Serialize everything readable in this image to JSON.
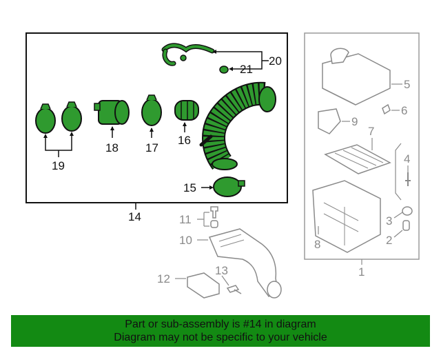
{
  "callouts": {
    "c1": "1",
    "c2": "2",
    "c3": "3",
    "c4": "4",
    "c5": "5",
    "c6": "6",
    "c7": "7",
    "c8": "8",
    "c9": "9",
    "c10": "10",
    "c11": "11",
    "c12": "12",
    "c13": "13",
    "c14": "14",
    "c15": "15",
    "c16": "16",
    "c17": "17",
    "c18": "18",
    "c19": "19",
    "c20": "20",
    "c21": "21"
  },
  "banner": {
    "line1": "Part or sub-assembly is #14 in diagram",
    "line2": "Diagram may not be specific to your vehicle"
  },
  "colors": {
    "highlight": "#138a13",
    "part_fill": "#2f9a2f",
    "outline": "#111111",
    "grey": "#9a9a9a"
  }
}
